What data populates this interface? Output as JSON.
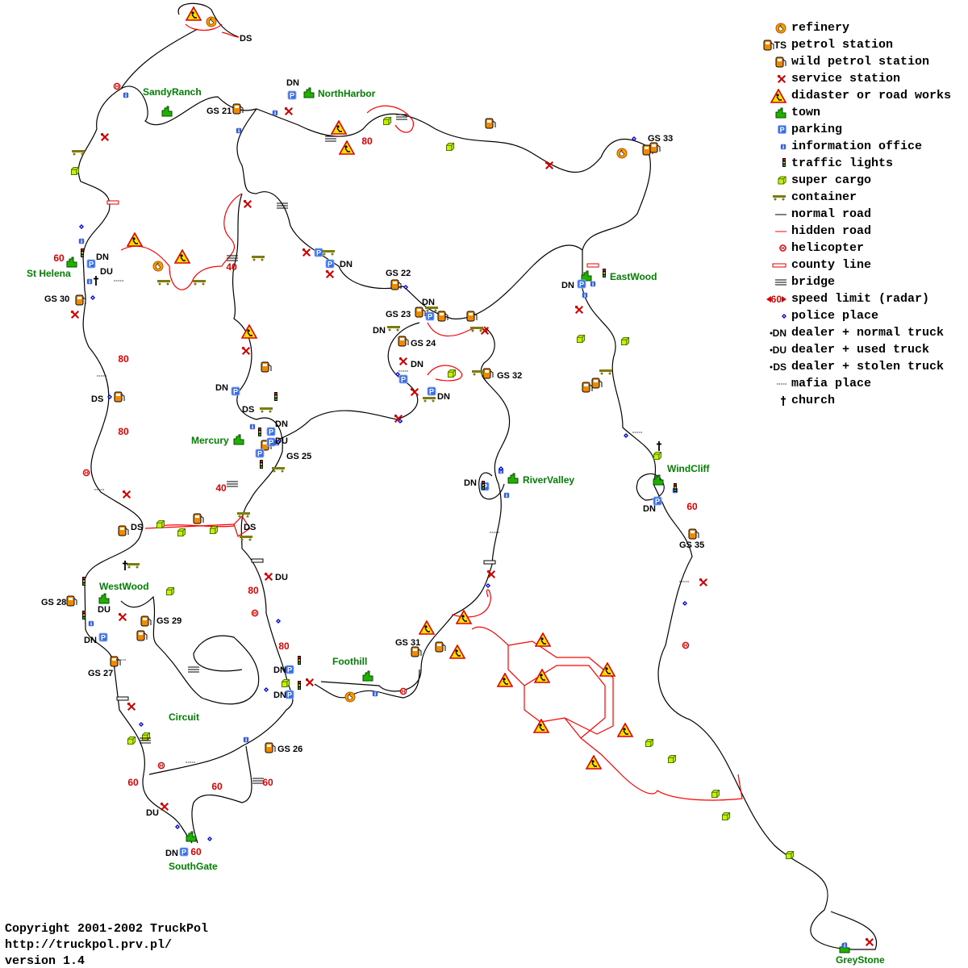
{
  "legend": [
    {
      "icon": "refinery",
      "label": "refinery",
      "prefix": ""
    },
    {
      "icon": "petrol",
      "label": "petrol station",
      "prefix": "TS"
    },
    {
      "icon": "petrol",
      "label": "wild petrol station",
      "prefix": ""
    },
    {
      "icon": "service",
      "label": "service station",
      "prefix": ""
    },
    {
      "icon": "disaster",
      "label": "didaster or road works",
      "prefix": ""
    },
    {
      "icon": "town",
      "label": "town",
      "prefix": ""
    },
    {
      "icon": "parking",
      "label": "parking",
      "prefix": ""
    },
    {
      "icon": "info",
      "label": "information office",
      "prefix": ""
    },
    {
      "icon": "lights",
      "label": "traffic lights",
      "prefix": ""
    },
    {
      "icon": "cargo",
      "label": "super cargo",
      "prefix": ""
    },
    {
      "icon": "container",
      "label": "container",
      "prefix": ""
    },
    {
      "icon": "road",
      "label": "normal road",
      "prefix": ""
    },
    {
      "icon": "hidden",
      "label": "hidden road",
      "prefix": ""
    },
    {
      "icon": "heli",
      "label": "helicopter",
      "prefix": ""
    },
    {
      "icon": "county",
      "label": "county line",
      "prefix": ""
    },
    {
      "icon": "bridge",
      "label": "bridge",
      "prefix": ""
    },
    {
      "icon": "speed",
      "label": "speed limit (radar)",
      "prefix": "60"
    },
    {
      "icon": "police",
      "label": "police place",
      "prefix": ""
    },
    {
      "icon": "dealer",
      "label": "dealer + normal truck",
      "prefix": "DN"
    },
    {
      "icon": "dealer",
      "label": "dealer + used truck",
      "prefix": "DU"
    },
    {
      "icon": "dealer",
      "label": "dealer + stolen truck",
      "prefix": "DS"
    },
    {
      "icon": "mafia",
      "label": "mafia place",
      "prefix": ""
    },
    {
      "icon": "church",
      "label": "church",
      "prefix": ""
    }
  ],
  "towns": [
    "SandyRanch",
    "NorthHarbor",
    "St Helena",
    "EastWood",
    "Mercury",
    "RiverValley",
    "WindCliff",
    "WestWood",
    "Foothill",
    "Circuit",
    "SouthGate",
    "GreyStone"
  ],
  "gas_stations": [
    "GS 21",
    "GS 22",
    "GS 23",
    "GS 24",
    "GS 25",
    "GS 26",
    "GS 27",
    "GS 28",
    "GS 29",
    "GS 30",
    "GS 31",
    "GS 32",
    "GS 33",
    "GS 35"
  ],
  "speed_limits": [
    "80",
    "40",
    "60",
    "80",
    "80",
    "40",
    "80",
    "80",
    "60",
    "60",
    "60",
    "60",
    "60"
  ],
  "dealers": {
    "dn": "DN",
    "du": "DU",
    "ds": "DS"
  },
  "footer": {
    "copyright": "Copyright 2001-2002 TruckPol",
    "url": "http://truckpol.prv.pl/",
    "version": "version 1.4"
  },
  "colors": {
    "town": "#008000",
    "hidden_road": "#ff0000",
    "speed": "#e00000",
    "parking": "#3a6fe0",
    "petrol": "#f08a00"
  }
}
